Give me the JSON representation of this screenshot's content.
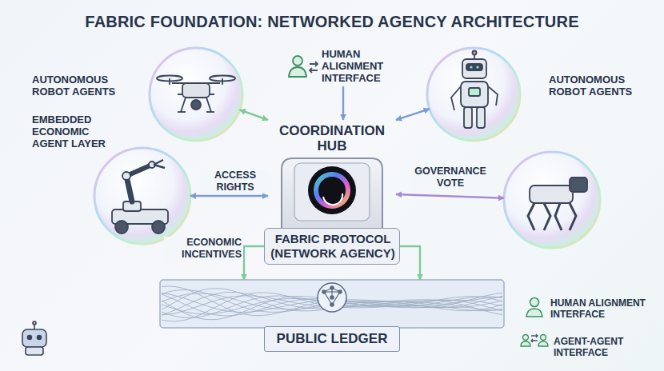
{
  "diagram": {
    "title": "FABRIC FOUNDATION: NETWORKED AGENCY ARCHITECTURE",
    "nodes": [
      {
        "text": [
          "AUTONOMOUS ROBOT AGENTS"
        ]
      },
      {
        "text": [
          "HUMAN ALIGNMENT INTERFACE"
        ]
      },
      {
        "text": [
          "AUTONOMOUS ROBOT AGENTS"
        ]
      },
      {
        "text": [
          "EMBEDDED ECONOMIC AGENT LAYER"
        ]
      },
      {
        "text": [
          "COORDINATION HUB"
        ]
      },
      {
        "text": [
          "FABRIC PROTOCOL (NETWORK AGENCY)"
        ]
      },
      {
        "text": []
      },
      {
        "text": [
          "PUBLIC LEDGER"
        ]
      }
    ],
    "edges": [
      {
        "from": 0,
        "to": 4,
        "arrow": "both"
      },
      {
        "from": 1,
        "to": 4,
        "arrow": "to"
      },
      {
        "from": 2,
        "to": 4,
        "arrow": "both"
      },
      {
        "from": 3,
        "to": 4,
        "label": "ACCESS RIGHTS",
        "arrow": "both"
      },
      {
        "from": 4,
        "to": 6,
        "label": "GOVERNANCE VOTE",
        "arrow": "both"
      },
      {
        "from": 5,
        "to": 7,
        "label": "ECONOMIC INCENTIVES",
        "arrow": "to"
      },
      {
        "from": 5,
        "to": 7,
        "arrow": "to"
      }
    ],
    "legend": [
      {
        "text": "HUMAN ALIGNMENT INTERFACE"
      },
      {
        "text": "AGENT-AGENT INTERFACE"
      }
    ]
  }
}
